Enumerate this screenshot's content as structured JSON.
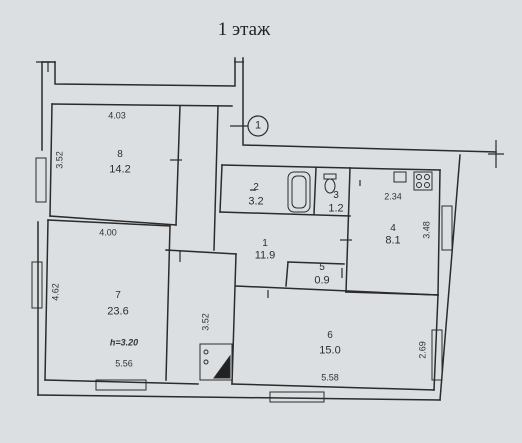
{
  "title": "1 этаж",
  "marker": "1",
  "ceiling_height": "h=3.20",
  "rooms": [
    {
      "id": "1",
      "area": "11.9"
    },
    {
      "id": "2",
      "area": "3.2"
    },
    {
      "id": "3",
      "area": "1.2"
    },
    {
      "id": "4",
      "area": "8.1"
    },
    {
      "id": "5",
      "area": "0.9"
    },
    {
      "id": "6",
      "area": "15.0"
    },
    {
      "id": "7",
      "area": "23.6"
    },
    {
      "id": "8",
      "area": "14.2"
    }
  ],
  "dimensions": {
    "room8_width": "4.03",
    "room8_height": "3.52",
    "room7_width": "4.00",
    "room7_height": "4.62",
    "bottom_left": "5.56",
    "bottom_right": "5.58",
    "partition": "3.52",
    "room4_width": "2.34",
    "room4_height": "3.48",
    "room6_height": "2.69"
  }
}
